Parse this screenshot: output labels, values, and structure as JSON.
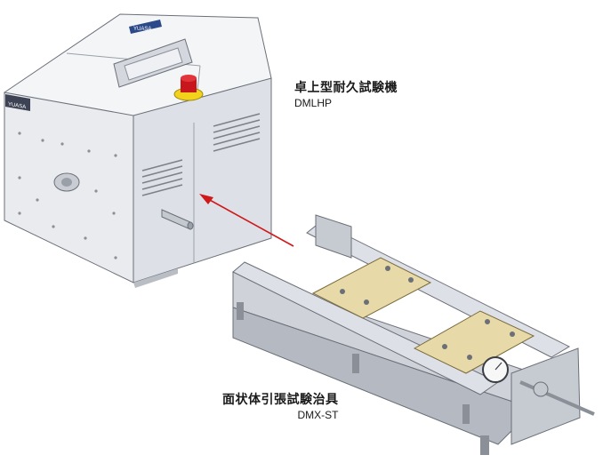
{
  "tester": {
    "name": "卓上型耐久試験機",
    "model": "DMLHP",
    "badge_text": "YUASA",
    "side_plate_text": "YUASA"
  },
  "jig": {
    "name": "面状体引張試験治具",
    "model": "DMX-ST"
  },
  "colors": {
    "arrow": "#d0191b",
    "stop_button": "#c8161d",
    "stop_ring": "#f2d21a",
    "badge": "#2c4a8a",
    "plate": "#e8d9a8"
  }
}
